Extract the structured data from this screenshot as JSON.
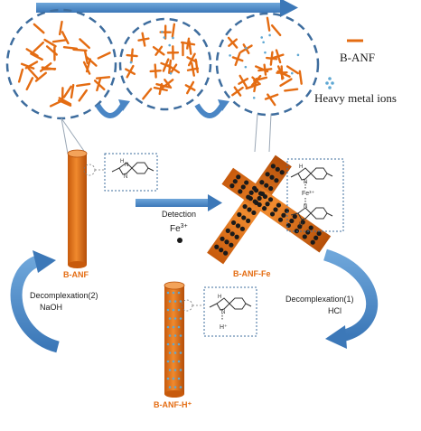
{
  "legend": {
    "fiber_label": "B-ANF",
    "ion_label": "Heavy metal ions",
    "fiber_color": "#e46c12",
    "ion_color": "#5fa8d3"
  },
  "process": {
    "detection_label": "Detection",
    "fe_ion_label": "Fe3+"
  },
  "fibers": {
    "banf": "B-ANF",
    "banf_fe": "B-ANF-Fe",
    "banf_h": "B-ANF-H⁺"
  },
  "structures": {
    "nh": "H",
    "n": "N",
    "fe_complex": "Fe³⁺",
    "h_complex": "H⁺"
  },
  "cycle": {
    "decomplexation2_label": "Decomplexation(2)",
    "naoh_label": "NaOH",
    "decomplexation1_label": "Decomplexation(1)",
    "hcl_label": "HCl"
  },
  "colors": {
    "arrow_blue": "#4a86c5",
    "dash_blue": "#3e6d9e",
    "fiber_orange": "#e46c12",
    "fiber_dark": "#b64f0a",
    "fiber_label": "#e46c12",
    "dot_black": "#1a1a1a"
  }
}
